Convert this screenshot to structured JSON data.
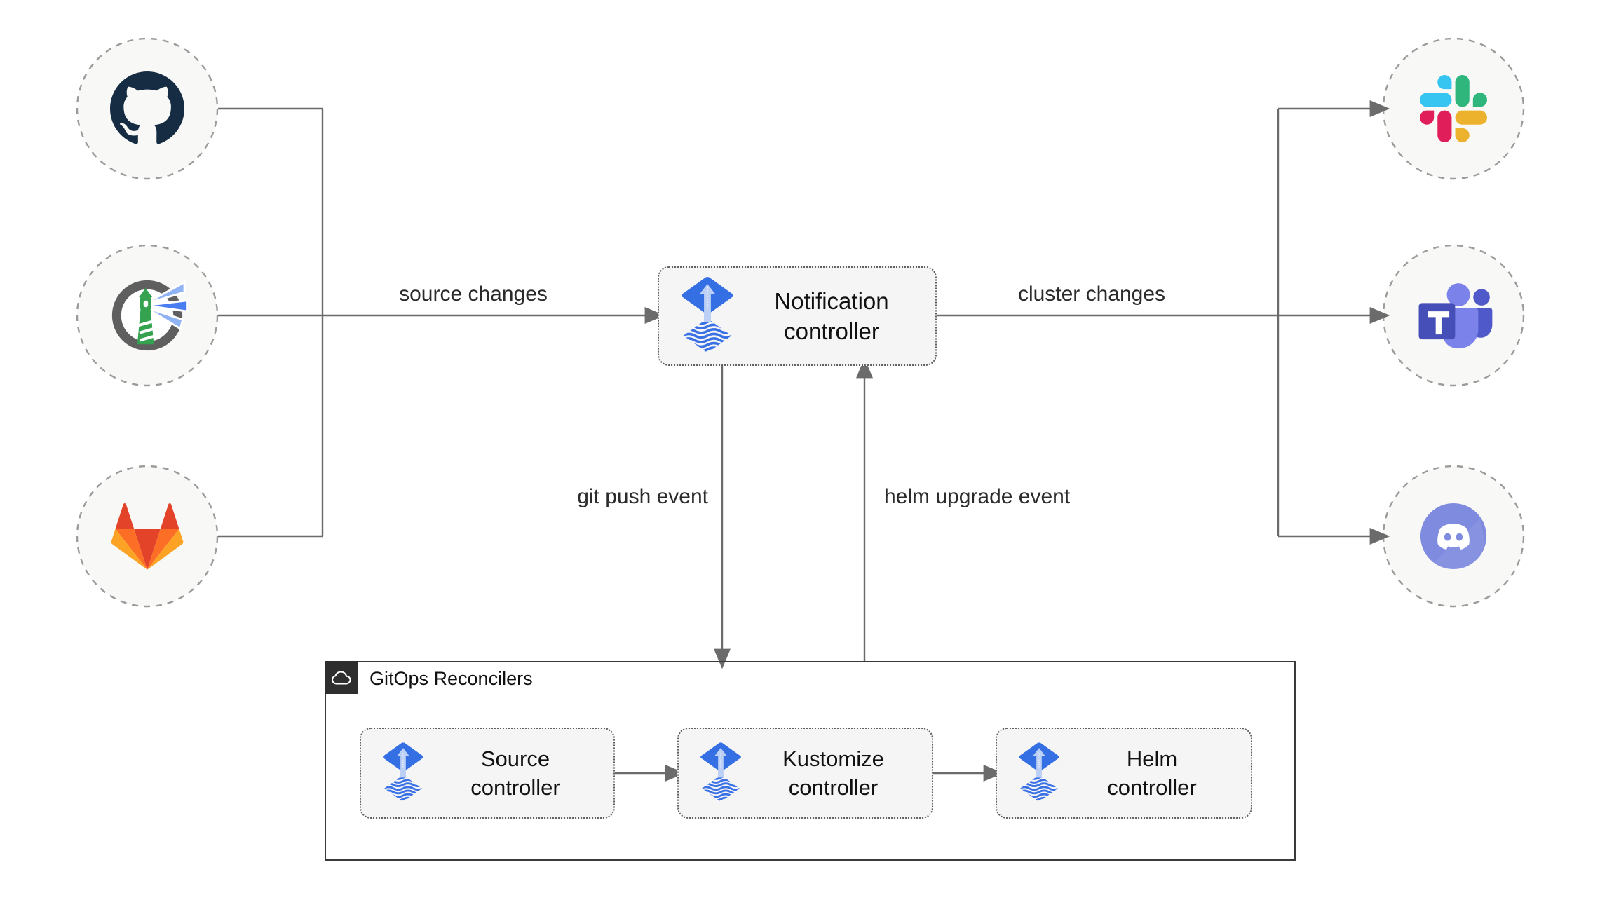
{
  "nodes": {
    "sources": [
      {
        "icon": "github-icon"
      },
      {
        "icon": "harbor-icon"
      },
      {
        "icon": "gitlab-icon"
      }
    ],
    "notification_controller": {
      "icon": "flux-icon",
      "line1": "Notification",
      "line2": "controller"
    },
    "targets": [
      {
        "icon": "slack-icon"
      },
      {
        "icon": "teams-icon"
      },
      {
        "icon": "discord-icon"
      }
    ]
  },
  "edges": {
    "source_changes": "source changes",
    "cluster_changes": "cluster changes",
    "git_push_event": "git push event",
    "helm_upgrade_event": "helm upgrade event"
  },
  "reconcilers": {
    "title": "GitOps Reconcilers",
    "badge_icon": "cloud-icon",
    "items": [
      {
        "icon": "flux-icon",
        "line1": "Source",
        "line2": "controller"
      },
      {
        "icon": "flux-icon",
        "line1": "Kustomize",
        "line2": "controller"
      },
      {
        "icon": "flux-icon",
        "line1": "Helm",
        "line2": "controller"
      }
    ]
  },
  "colors": {
    "line": "#6b6b6b",
    "box_fill": "#f5f5f5",
    "box_border": "#5f5f5f",
    "circle_fill": "#f8f8f6",
    "circle_border": "#9b9b9b",
    "container_border": "#3a3a3a",
    "badge_bg": "#2e2e2e",
    "text": "#1d1d1d",
    "flux_blue": "#356fe4",
    "flux_arrow": "#bcd0f5",
    "slack_blue": "#36C5F0",
    "slack_green": "#2EB67D",
    "slack_red": "#E01E5A",
    "slack_yellow": "#ECB22E",
    "teams_dark": "#464eb8",
    "teams_light": "#7b83eb",
    "discord_blurple": "#7e8bdf",
    "gitlab_red": "#e24329",
    "gitlab_orange": "#fc6d26",
    "gitlab_yellow": "#fca326",
    "harbor_green": "#34a24e",
    "harbor_gray": "#5f5f5f",
    "github_dark": "#152c42"
  }
}
